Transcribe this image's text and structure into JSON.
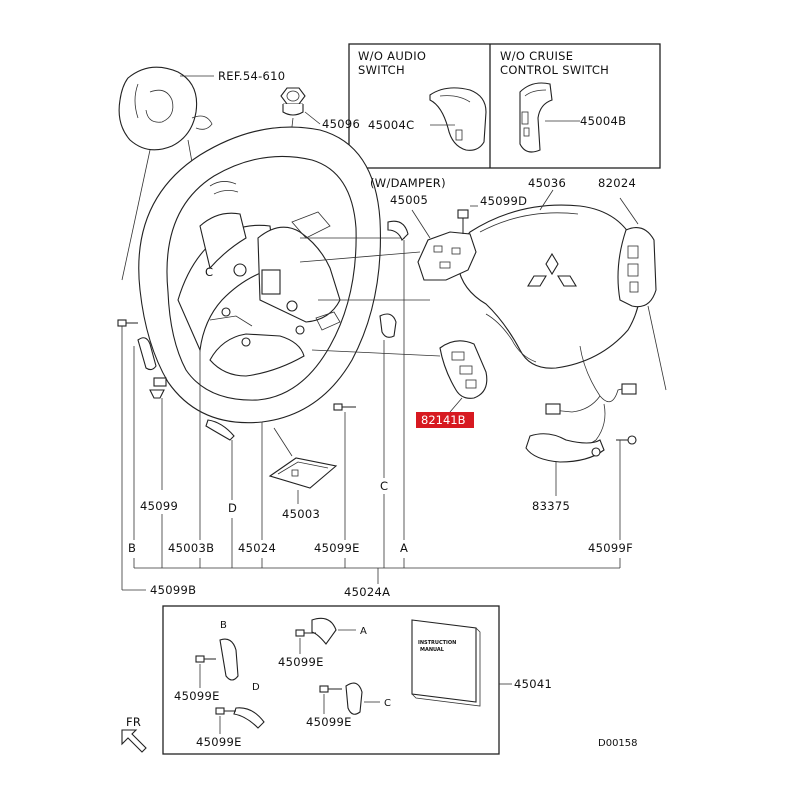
{
  "labels": {
    "ref": "REF.54-610",
    "p45096": "45096",
    "wo_audio_l1": "W/O AUDIO",
    "wo_audio_l2": "SWITCH",
    "p45004c": "45004C",
    "wo_cruise_l1": "W/O CRUISE",
    "wo_cruise_l2": "CONTROL SWITCH",
    "p45004b": "45004B",
    "w_damper": "(W/DAMPER)",
    "p45036": "45036",
    "p82024": "82024",
    "p45005": "45005",
    "p45099d": "45099D",
    "p82141b": "82141B",
    "p45099_left": "45099",
    "p45003": "45003",
    "p83375": "83375",
    "p45003b": "45003B",
    "p45024": "45024",
    "p45099e_main": "45099E",
    "p45099f": "45099F",
    "p45099b": "45099B",
    "p45024a": "45024A",
    "p45041": "45041",
    "kit_45099e_1": "45099E",
    "kit_45099e_2": "45099E",
    "kit_45099e_3": "45099E",
    "kit_45099e_4": "45099E",
    "manual_l1": "INSTRUCTION",
    "manual_l2": "MANUAL",
    "fr": "FR",
    "code": "D00158",
    "ltr_c_wheel": "C",
    "ltr_b_main": "B",
    "ltr_d_main": "D",
    "ltr_c_main": "C",
    "ltr_a_main": "A",
    "kit_a": "A",
    "kit_b": "B",
    "kit_c": "C",
    "kit_d": "D"
  },
  "highlight": {
    "part": "82141B",
    "color": "#d71920"
  }
}
